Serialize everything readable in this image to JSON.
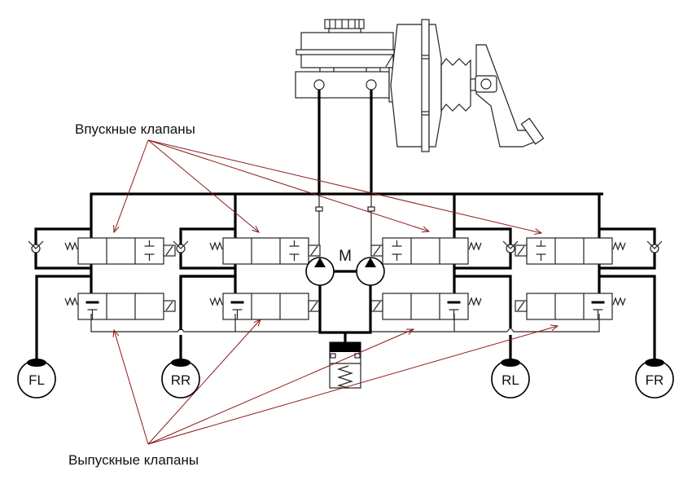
{
  "labels": {
    "inlet_valves": "Впускные клапаны",
    "outlet_valves": "Выпускные клапаны",
    "motor": "M"
  },
  "wheels": [
    {
      "id": "FL",
      "label": "FL"
    },
    {
      "id": "RR",
      "label": "RR"
    },
    {
      "id": "RL",
      "label": "RL"
    },
    {
      "id": "FR",
      "label": "FR"
    }
  ],
  "components": {
    "master_cylinder": "master-cylinder",
    "brake_booster": "vacuum-brake-booster",
    "brake_pedal": "brake-pedal",
    "pumps": [
      "return-pump-1",
      "return-pump-2"
    ],
    "accumulator": "low-pressure-accumulator"
  },
  "colors": {
    "lines": "#000000",
    "annotation_arrows": "#8b1a1a",
    "background": "#ffffff"
  }
}
